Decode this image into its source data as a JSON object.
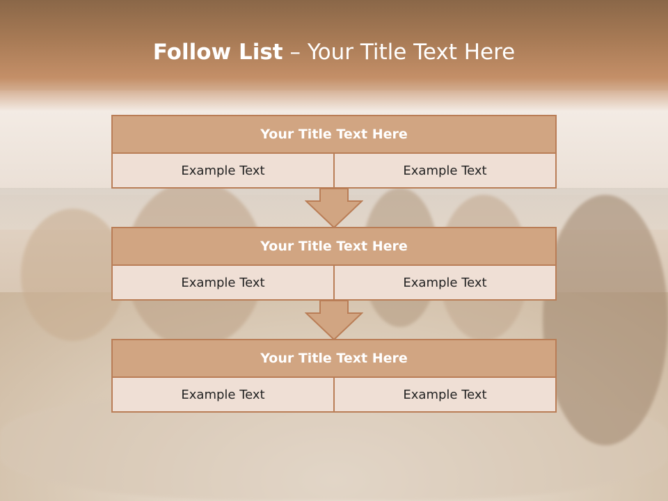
{
  "slide": {
    "title_strong": "Follow List",
    "title_rest": " – Your Title Text Here"
  },
  "blocks": [
    {
      "header": "Your Title Text Here",
      "left": "Example Text",
      "right": "Example Text"
    },
    {
      "header": "Your Title Text Here",
      "left": "Example Text",
      "right": "Example Text"
    },
    {
      "header": "Your Title Text Here",
      "left": "Example Text",
      "right": "Example Text"
    }
  ],
  "colors": {
    "header_band": "#a77a55",
    "block_header": "#d1a582",
    "block_border": "#b97d56",
    "cell_fill": "#efdfd5"
  },
  "icons": [
    "down-arrow-icon",
    "down-arrow-icon"
  ]
}
